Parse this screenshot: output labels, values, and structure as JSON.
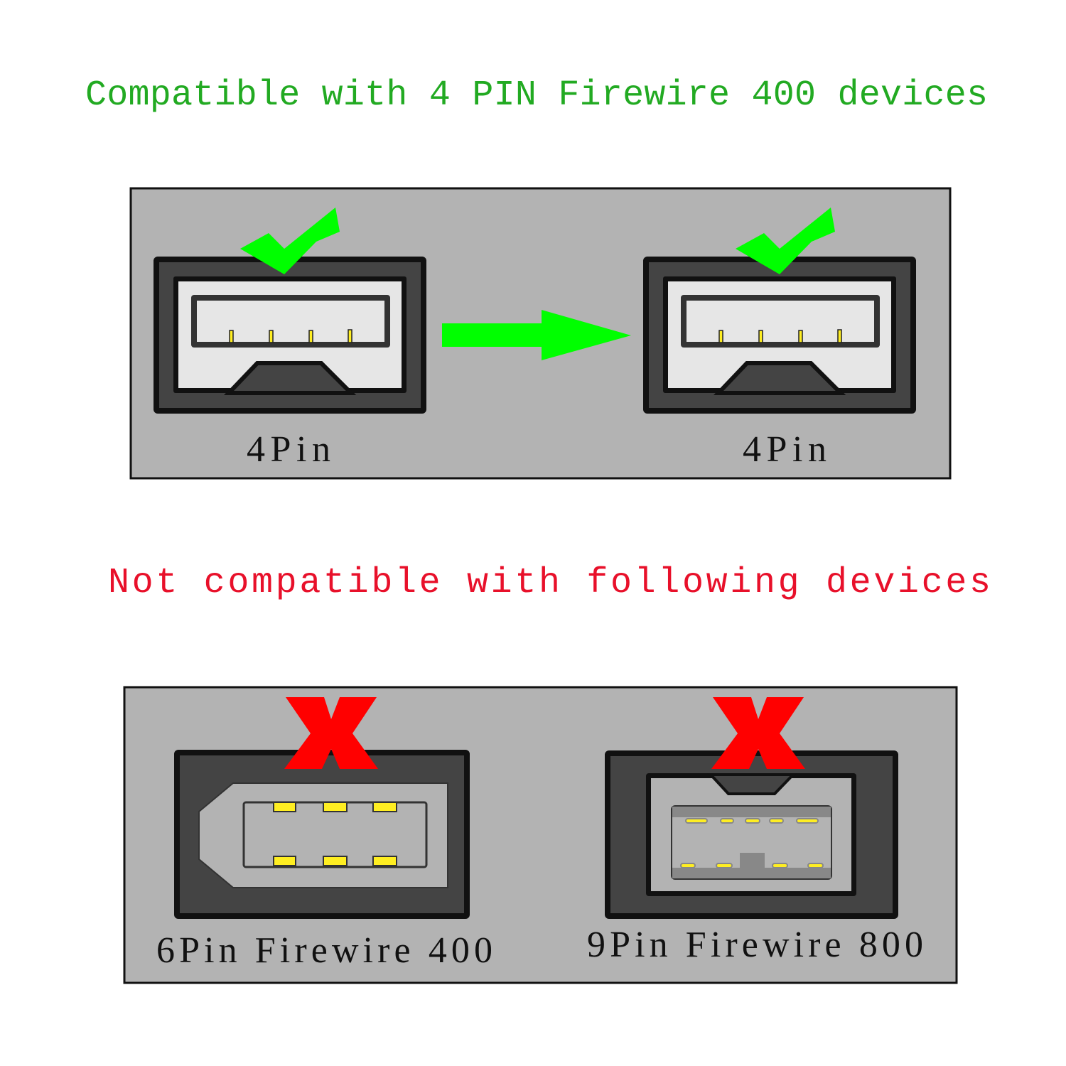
{
  "compatible": {
    "heading": "Compatible with 4 PIN Firewire 400 devices",
    "source_label": "4Pin",
    "target_label": "4Pin",
    "icon": "checkmark-icon",
    "color": "#22aa22"
  },
  "incompatible": {
    "heading": "Not compatible with following devices",
    "items": [
      {
        "label": "6Pin Firewire 400",
        "icon": "x-mark-icon"
      },
      {
        "label": "9Pin Firewire 800",
        "icon": "x-mark-icon"
      }
    ],
    "color": "#e8102a"
  },
  "colors": {
    "check": "#00ff00",
    "cross": "#ff0000",
    "panel": "#b3b3b3",
    "pin": "#ffee22"
  }
}
